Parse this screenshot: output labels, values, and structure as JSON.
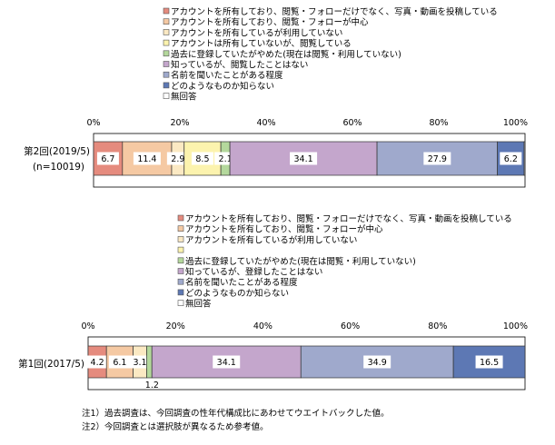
{
  "chart_data": {
    "type": "bar",
    "orientation": "horizontal",
    "stacked": true,
    "xlim": [
      0,
      100
    ],
    "tick_labels": [
      "0%",
      "20%",
      "40%",
      "60%",
      "80%",
      "100%"
    ],
    "grid": false,
    "charts": [
      {
        "category": "第2回(2019/5)",
        "sample": "(n=10019)",
        "legend": [
          "アカウントを所有しており、閲覧・フォローだけでなく、写真・動画を投稿している",
          "アカウントを所有しており、閲覧・フォローが中心",
          "アカウントを所有しているが利用していない",
          "アカウントは所有していないが、閲覧している",
          "過去に登録していたがやめた(現在は閲覧・利用していない)",
          "知っているが、閲覧したことはない",
          "名前を聞いたことがある程度",
          "どのようなものか知らない",
          "無回答"
        ],
        "values": [
          6.7,
          11.4,
          2.9,
          8.5,
          2.1,
          34.1,
          27.9,
          6.2,
          0.2
        ],
        "labels": [
          "6.7",
          "11.4",
          "2.9",
          "8.5",
          "2.1",
          "34.1",
          "27.9",
          "6.2",
          ""
        ]
      },
      {
        "category": "第1回(2017/5)",
        "sample": "",
        "legend": [
          "アカウントを所有しており、閲覧・フォローだけでなく、写真・動画を投稿している",
          "アカウントを所有しており、閲覧・フォローが中心",
          "アカウントを所有しているが利用していない",
          "",
          "過去に登録していたがやめた(現在は閲覧・利用していない)",
          "知っているが、登録したことはない",
          "名前を聞いたことがある程度",
          "どのようなものか知らない",
          "無回答"
        ],
        "values": [
          4.2,
          6.1,
          3.1,
          0,
          1.2,
          34.1,
          34.9,
          16.5,
          0
        ],
        "labels": [
          "4.2",
          "6.1",
          "3.1",
          "",
          "1.2",
          "34.1",
          "34.9",
          "16.5",
          ""
        ]
      }
    ],
    "colors": [
      "#e58b7e",
      "#f5c9a3",
      "#fbe9c3",
      "#fcf3ae",
      "#b4d89c",
      "#c4a6cc",
      "#9fa9cc",
      "#5d78b4",
      "#ffffff"
    ],
    "notes": [
      "注1）過去調査は、今回調査の性年代構成比にあわせてウエイトバックした値。",
      "注2）今回調査とは選択肢が異なるため参考値。"
    ]
  }
}
